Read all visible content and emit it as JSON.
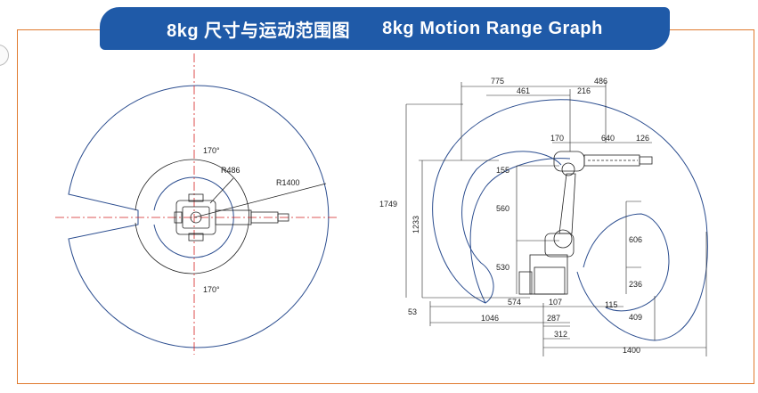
{
  "title": {
    "cn": "8kg 尺寸与运动范围图",
    "en": "8kg Motion Range Graph"
  },
  "colors": {
    "border": "#e07a2e",
    "banner": "#1f5aa8",
    "range_curve": "#2b4d8f",
    "centerline": "#d42020"
  },
  "top_view": {
    "angle_top": "170°",
    "angle_bottom": "170°",
    "inner_radius": "R486",
    "outer_radius": "R1400"
  },
  "side_view": {
    "top_dims": [
      "775",
      "461",
      "216",
      "486"
    ],
    "arm_dims": [
      "170",
      "640",
      "126"
    ],
    "vertical_left": [
      "1749",
      "1233",
      "53"
    ],
    "vertical_links": [
      "155",
      "560",
      "530"
    ],
    "vertical_right": [
      "606",
      "236",
      "409"
    ],
    "bottom_dims": [
      "574",
      "107",
      "115",
      "1046",
      "287",
      "312",
      "1400"
    ]
  }
}
